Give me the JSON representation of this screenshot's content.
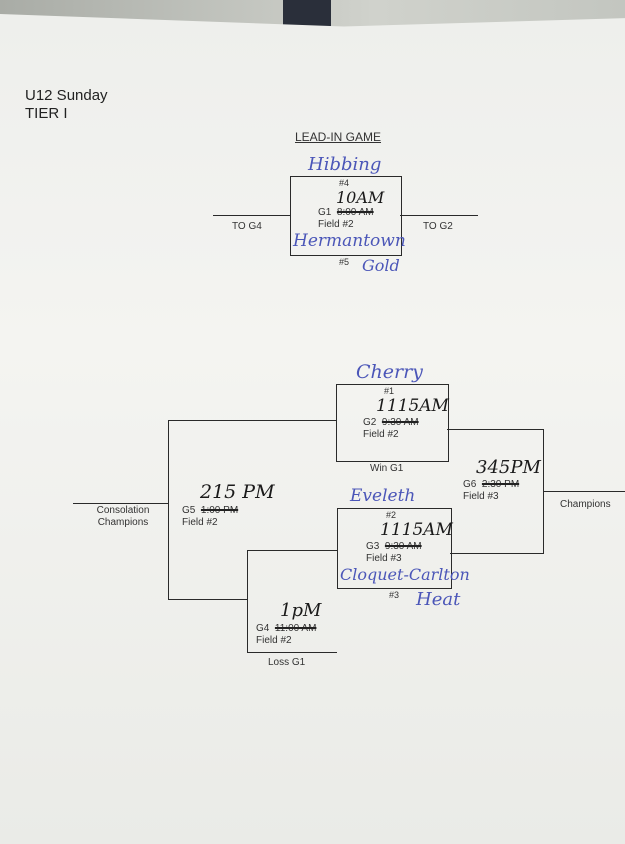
{
  "header": {
    "title": "U12 Sunday",
    "tier": "TIER I"
  },
  "lead_in": {
    "heading": "LEAD-IN GAME",
    "seed_top": "#4",
    "game": "G1",
    "time": "8:00 AM",
    "field": "Field #2",
    "seed_bottom": "#5",
    "left_label": "TO G4",
    "right_label": "TO G2",
    "team_top": "Hibbing",
    "new_time": "10AM",
    "team_bottom": "Hermantown",
    "team_bottom_2": "Gold"
  },
  "g2": {
    "seed": "#1",
    "game": "G2",
    "time": "9:30 AM",
    "field": "Field #2",
    "below": "Win G1",
    "team": "Cherry",
    "new_time": "1115AM"
  },
  "g3": {
    "seed_top": "#2",
    "game": "G3",
    "time": "9:30 AM",
    "field": "Field #3",
    "seed_bottom": "#3",
    "team_top": "Eveleth",
    "new_time": "1115AM",
    "team_bottom": "Cloquet-Carlton",
    "team_bottom_2": "Heat"
  },
  "g4": {
    "game": "G4",
    "time": "11:00 AM",
    "field": "Field #2",
    "below": "Loss G1",
    "new_time": "1pM"
  },
  "g5": {
    "game": "G5",
    "time": "1:00 PM",
    "field": "Field #2",
    "new_time": "215 PM",
    "result": "Consolation Champions"
  },
  "g6": {
    "game": "G6",
    "time": "2:30 PM",
    "field": "Field #3",
    "new_time": "345PM",
    "result": "Champions"
  }
}
